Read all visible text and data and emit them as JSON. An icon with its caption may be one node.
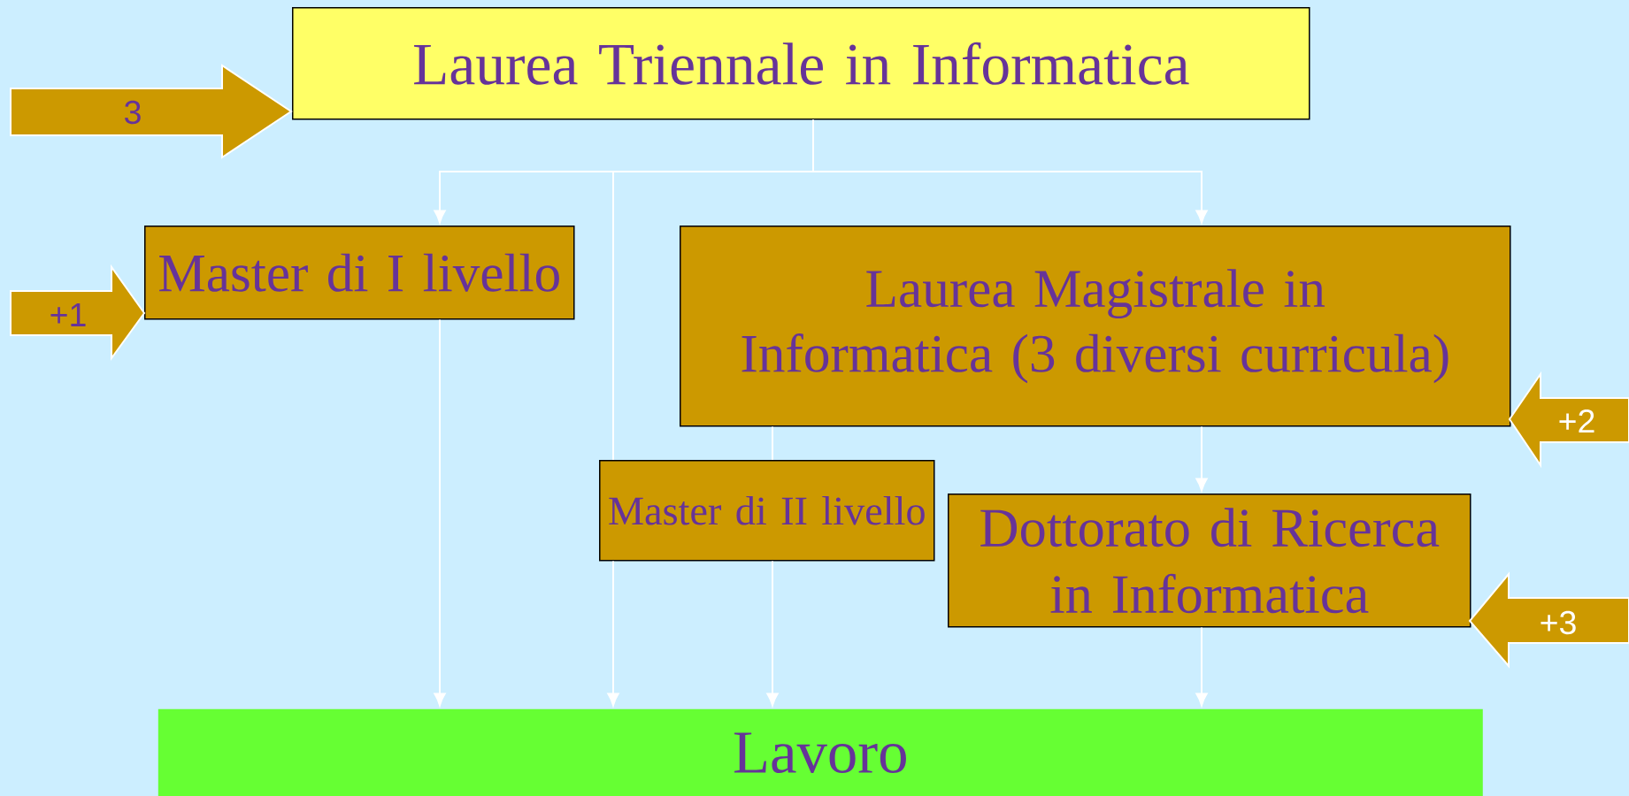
{
  "diagram": {
    "nodes": [
      {
        "text": [
          "Laurea Triennale in Informatica"
        ]
      },
      {
        "text": [
          "Master di I livello"
        ]
      },
      {
        "text": [
          "Laurea Magistrale in Informatica (3 diversi curricula)"
        ]
      },
      {
        "text": [
          "Master di II livello"
        ]
      },
      {
        "text": [
          "Dottorato di Ricerca in Informatica"
        ]
      },
      {
        "text": [
          "Lavoro"
        ]
      },
      {
        "text": [
          "3"
        ]
      },
      {
        "text": [
          "+1"
        ]
      },
      {
        "text": [
          "+2"
        ]
      },
      {
        "text": [
          "+3"
        ]
      }
    ],
    "edges": [
      {
        "from": 0,
        "to": 1,
        "arrow": "to"
      },
      {
        "from": 0,
        "to": 2,
        "arrow": "to"
      },
      {
        "from": 0,
        "to": 3,
        "arrow": "none"
      },
      {
        "from": 1,
        "to": 5,
        "arrow": "to"
      },
      {
        "from": 3,
        "to": 5,
        "arrow": "to"
      },
      {
        "from": 2,
        "to": 3,
        "arrow": "none"
      },
      {
        "from": 3,
        "to": 5,
        "arrow": "to"
      },
      {
        "from": 2,
        "to": 4,
        "arrow": "to"
      },
      {
        "from": 4,
        "to": 5,
        "arrow": "to"
      }
    ]
  }
}
